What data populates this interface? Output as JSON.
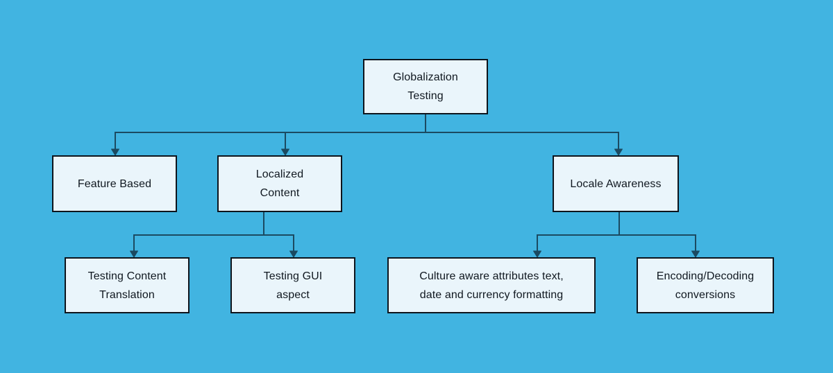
{
  "colors": {
    "background": "#41b4e1",
    "node_fill": "#eaf5fb",
    "node_border": "#0d141c",
    "connector": "#1b4a61",
    "text": "#101820"
  },
  "diagram": {
    "type": "tree",
    "root_label": "Globalization Testing",
    "nodes": [
      {
        "id": "globalization-testing",
        "label": "Globalization Testing",
        "lines": [
          "Globalization",
          "Testing"
        ],
        "parent": null
      },
      {
        "id": "feature-based",
        "label": "Feature Based",
        "lines": [
          "Feature Based"
        ],
        "parent": "globalization-testing"
      },
      {
        "id": "localized-content",
        "label": "Localized Content",
        "lines": [
          "Localized",
          "Content"
        ],
        "parent": "globalization-testing"
      },
      {
        "id": "locale-awareness",
        "label": "Locale Awareness",
        "lines": [
          "Locale Awareness"
        ],
        "parent": "globalization-testing"
      },
      {
        "id": "testing-content-translation",
        "label": "Testing Content Translation",
        "lines": [
          "Testing Content",
          "Translation"
        ],
        "parent": "localized-content"
      },
      {
        "id": "testing-gui-aspect",
        "label": "Testing GUI aspect",
        "lines": [
          "Testing GUI",
          "aspect"
        ],
        "parent": "localized-content"
      },
      {
        "id": "culture-aware-attributes",
        "label": "Culture aware attributes text, date and currency formatting",
        "lines": [
          "Culture aware attributes text,",
          "date and currency formatting"
        ],
        "parent": "locale-awareness"
      },
      {
        "id": "encoding-decoding-conversions",
        "label": "Encoding/Decoding conversions",
        "lines": [
          "Encoding/Decoding",
          "conversions"
        ],
        "parent": "locale-awareness"
      }
    ]
  }
}
